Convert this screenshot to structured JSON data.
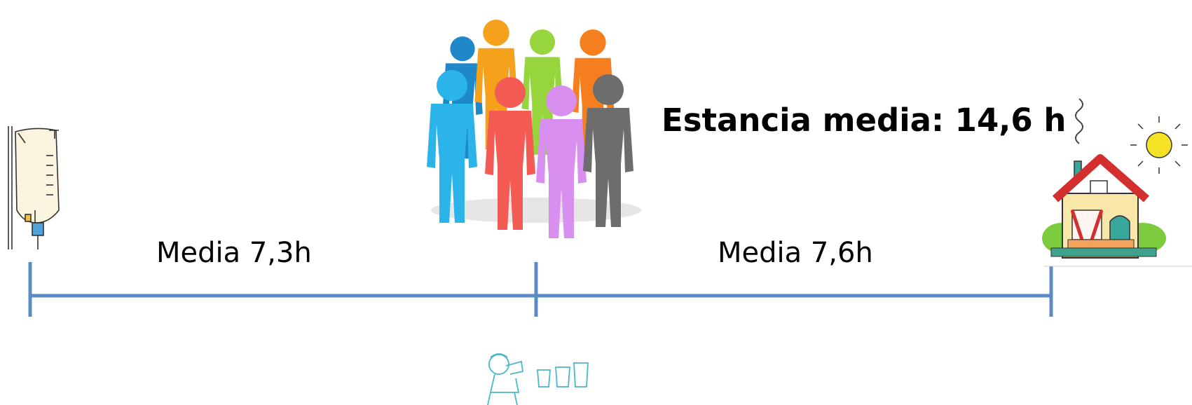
{
  "header": {
    "stay_text": "Estancia media: 14,6 h"
  },
  "timeline": {
    "segments": [
      {
        "label": "Media 7,3h"
      },
      {
        "label": "Media 7,6h"
      }
    ],
    "line_color": "#5b8bc5"
  },
  "icons": {
    "start": "iv-drip-bag-icon",
    "middle": "people-group-icon",
    "end": "house-icon",
    "below_middle": "person-drinking-icon"
  },
  "people_colors": [
    "#1e88c8",
    "#f5a11c",
    "#96d63c",
    "#f57f1e",
    "#2bb4ea",
    "#f45b55",
    "#d98ff0",
    "#6d6d6d"
  ]
}
